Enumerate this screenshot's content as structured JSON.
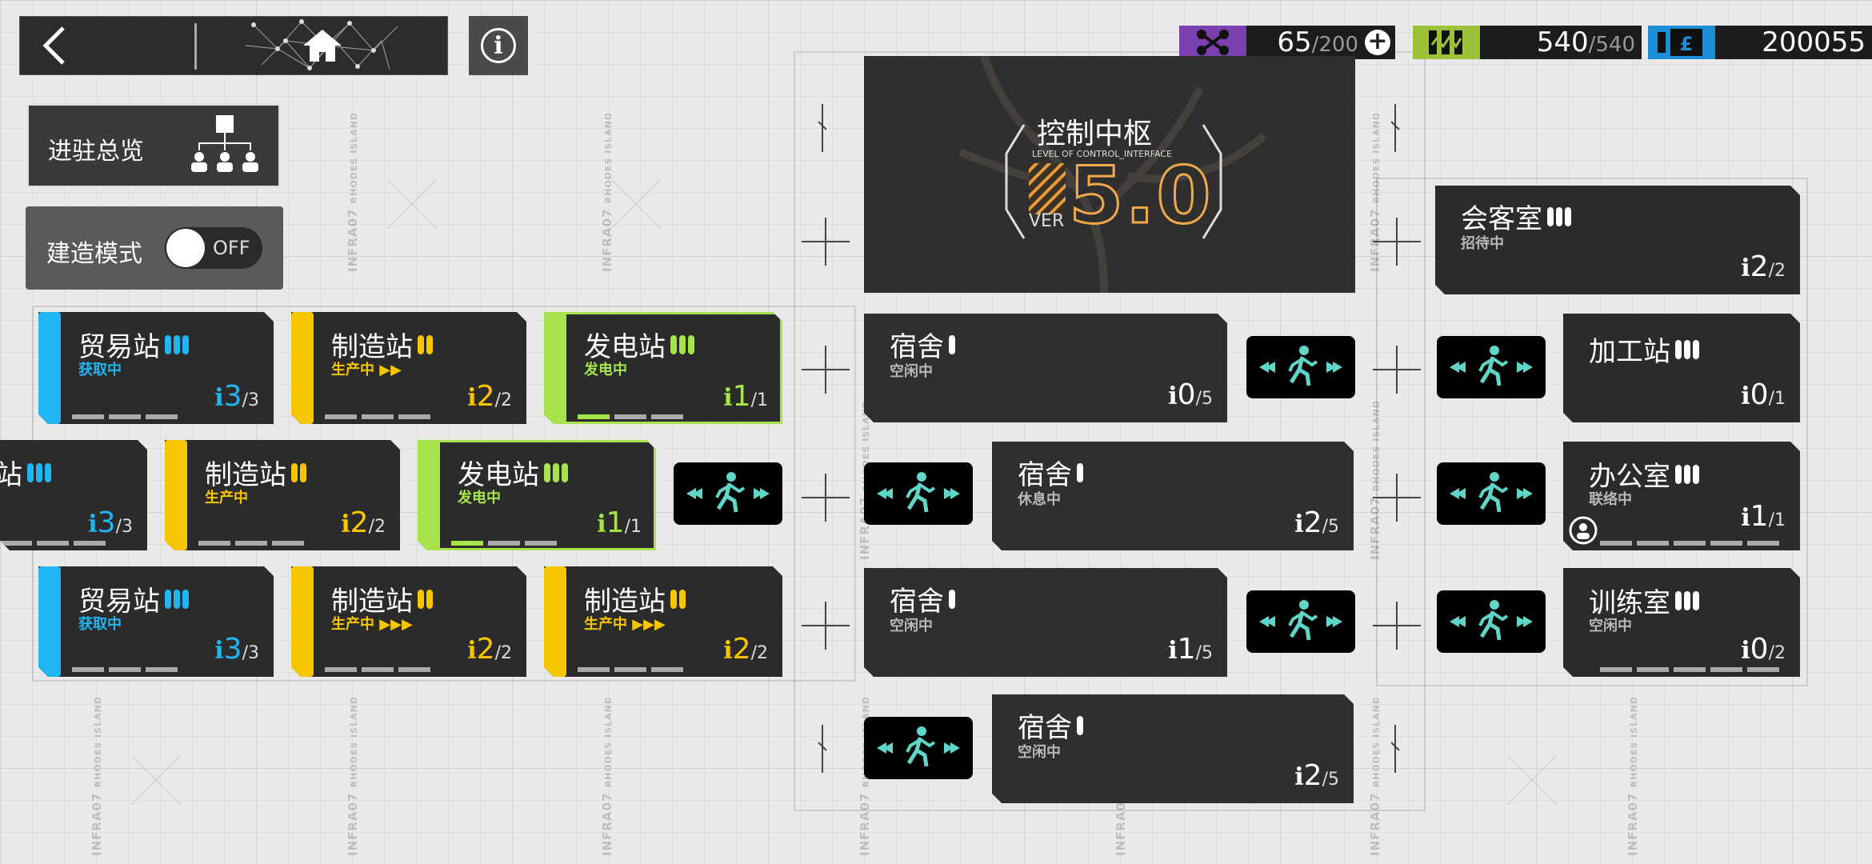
{
  "resources": {
    "drones": {
      "current": "65",
      "max": "200"
    },
    "power": {
      "current": "540",
      "max": "540"
    },
    "lmd": {
      "value": "200055"
    }
  },
  "menu": {
    "overview": "进驻总览",
    "build_mode": "建造模式",
    "toggle_state": "OFF"
  },
  "control_center": {
    "title": "控制中枢",
    "subtitle": "LEVEL OF CONTROL_INTERFACE",
    "ver_label": "VER",
    "level": "5.0"
  },
  "watermark": {
    "code": "INFRA07",
    "sub": "RHODES ISLAND"
  },
  "colors": {
    "trade": "#1fb6f1",
    "factory": "#f7c600",
    "power": "#a7e44c",
    "status_neutral": "#b8b8b8"
  },
  "rooms": [
    {
      "name": "贸易站",
      "status": "获取中",
      "count": "3",
      "max": "3"
    },
    {
      "name": "制造站",
      "status": "生产中 ▶▶",
      "count": "2",
      "max": "2"
    },
    {
      "name": "发电站",
      "status": "发电中",
      "count": "1",
      "max": "1"
    },
    {
      "name": "站",
      "count": "3",
      "max": "3"
    },
    {
      "name": "制造站",
      "status": "生产中",
      "count": "2",
      "max": "2"
    },
    {
      "name": "发电站",
      "status": "发电中",
      "count": "1",
      "max": "1"
    },
    {
      "name": "贸易站",
      "status": "获取中",
      "count": "3",
      "max": "3"
    },
    {
      "name": "制造站",
      "status": "生产中 ▶▶▶",
      "count": "2",
      "max": "2"
    },
    {
      "name": "制造站",
      "status": "生产中 ▶▶▶",
      "count": "2",
      "max": "2"
    },
    {
      "name": "宿舍",
      "status": "空闲中",
      "count": "0",
      "max": "5"
    },
    {
      "name": "宿舍",
      "status": "休息中",
      "count": "2",
      "max": "5"
    },
    {
      "name": "宿舍",
      "status": "空闲中",
      "count": "1",
      "max": "5"
    },
    {
      "name": "宿舍",
      "status": "空闲中",
      "count": "2",
      "max": "5"
    },
    {
      "name": "会客室",
      "status": "招待中",
      "count": "2",
      "max": "2"
    },
    {
      "name": "加工站",
      "count": "0",
      "max": "1"
    },
    {
      "name": "办公室",
      "status": "联络中",
      "count": "1",
      "max": "1"
    },
    {
      "name": "训练室",
      "status": "空闲中",
      "count": "0",
      "max": "2"
    }
  ]
}
